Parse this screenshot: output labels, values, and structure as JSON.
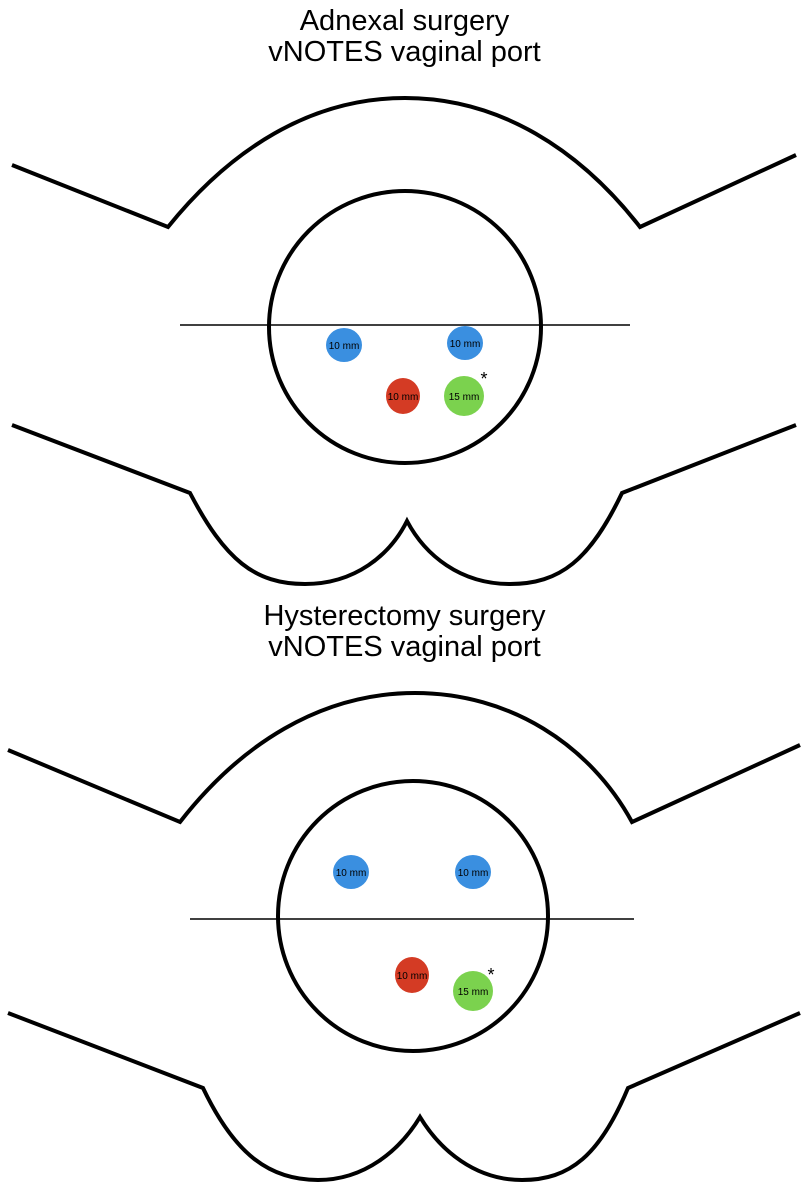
{
  "panels": [
    {
      "title_line1": "Adnexal surgery",
      "title_line2": "vNOTES vaginal port",
      "ports": [
        {
          "label": "10 mm",
          "color": "#3a8fe0",
          "position": "upper-left"
        },
        {
          "label": "10 mm",
          "color": "#3a8fe0",
          "position": "upper-right"
        },
        {
          "label": "10 mm",
          "color": "#d43b24",
          "position": "lower-center"
        },
        {
          "label": "15 mm",
          "color": "#7bd24e",
          "position": "lower-right"
        }
      ],
      "marker": "*"
    },
    {
      "title_line1": "Hysterectomy surgery",
      "title_line2": "vNOTES vaginal port",
      "ports": [
        {
          "label": "10 mm",
          "color": "#3a8fe0",
          "position": "upper-left"
        },
        {
          "label": "10 mm",
          "color": "#3a8fe0",
          "position": "upper-right"
        },
        {
          "label": "10 mm",
          "color": "#d43b24",
          "position": "lower-center"
        },
        {
          "label": "15 mm",
          "color": "#7bd24e",
          "position": "lower-right"
        }
      ],
      "marker": "*"
    }
  ],
  "colors": {
    "blue_port": "#3a8fe0",
    "red_port": "#d43b24",
    "green_port": "#7bd24e",
    "outline": "#000000"
  }
}
